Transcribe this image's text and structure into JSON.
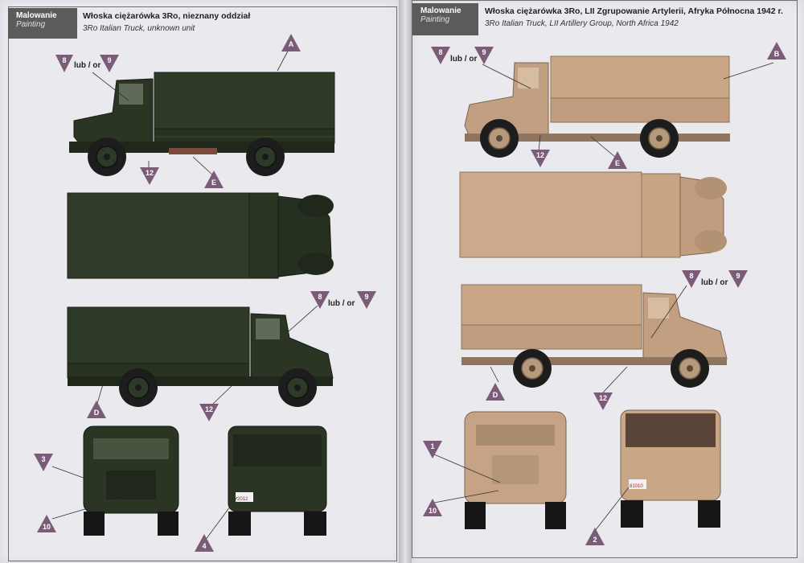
{
  "colors": {
    "green_truck": "#2e3a28",
    "green_dark": "#1f281b",
    "sand_truck": "#c8a686",
    "sand_dark": "#a3876b",
    "marker": "#7a5c78",
    "tag_bg": "#5d5b5a"
  },
  "left_page": {
    "tag_pl": "Malowanie",
    "tag_en": "Painting",
    "title_pl": "Włoska ciężarówka 3Ro, nieznany oddział",
    "title_en": "3Ro Italian Truck, unknown unit",
    "lub_or": "lub / or",
    "markers": {
      "m8a": "8",
      "m9a": "9",
      "mA": "A",
      "m12a": "12",
      "mEa": "E",
      "m8b": "8",
      "m9b": "9",
      "mD": "D",
      "m12b": "12",
      "m3": "3",
      "m10a": "10",
      "m4": "4"
    },
    "plates": {
      "rear": "2012"
    }
  },
  "right_page": {
    "tag_pl": "Malowanie",
    "tag_en": "Painting",
    "title_pl": "Włoska ciężarówka 3Ro, LII Zgrupowanie Artylerii, Afryka Północna 1942 r.",
    "title_en": "3Ro Italian Truck, LII Artillery Group, North Africa 1942",
    "lub_or": "lub / or",
    "markers": {
      "m8a": "8",
      "m9a": "9",
      "mB": "B",
      "m12a": "12",
      "mEa": "E",
      "m8b": "8",
      "m9b": "9",
      "mD": "D",
      "m12b": "12",
      "m1": "1",
      "m10": "10",
      "m2": "2"
    },
    "plates": {
      "rear": "81010"
    }
  }
}
